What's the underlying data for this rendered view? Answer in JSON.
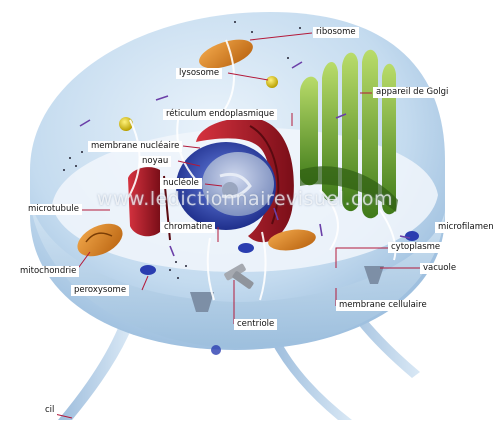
{
  "labels": {
    "ribosome": "ribosome",
    "lysosome": "lysosome",
    "golgi": "appareil de Golgi",
    "er": "réticulum endoplasmique",
    "nuclear_membrane": "membrane nucléaire",
    "nucleus": "noyau",
    "nucleolus": "nucléole",
    "microtubule": "microtubule",
    "microfilament": "microfilament",
    "chromatin": "chromatine",
    "cytoplasm": "cytoplasme",
    "vacuole": "vacuole",
    "mitochondria": "mitochondrie",
    "peroxisome": "peroxysome",
    "cell_membrane": "membrane cellulaire",
    "centriole": "centriole",
    "cilium": "cil"
  },
  "watermark": "www.ledictionnairevisuel.com",
  "colors": {
    "leader_line": "#b3193a",
    "membrane": "#bcd6ee",
    "cytoplasm": "#eef4fa",
    "nucleus": "#2f49b8",
    "er": "#b31e2c",
    "golgi": "#6fa832",
    "mitochondria": "#e08a2a",
    "lysosome": "#e9d21a"
  }
}
